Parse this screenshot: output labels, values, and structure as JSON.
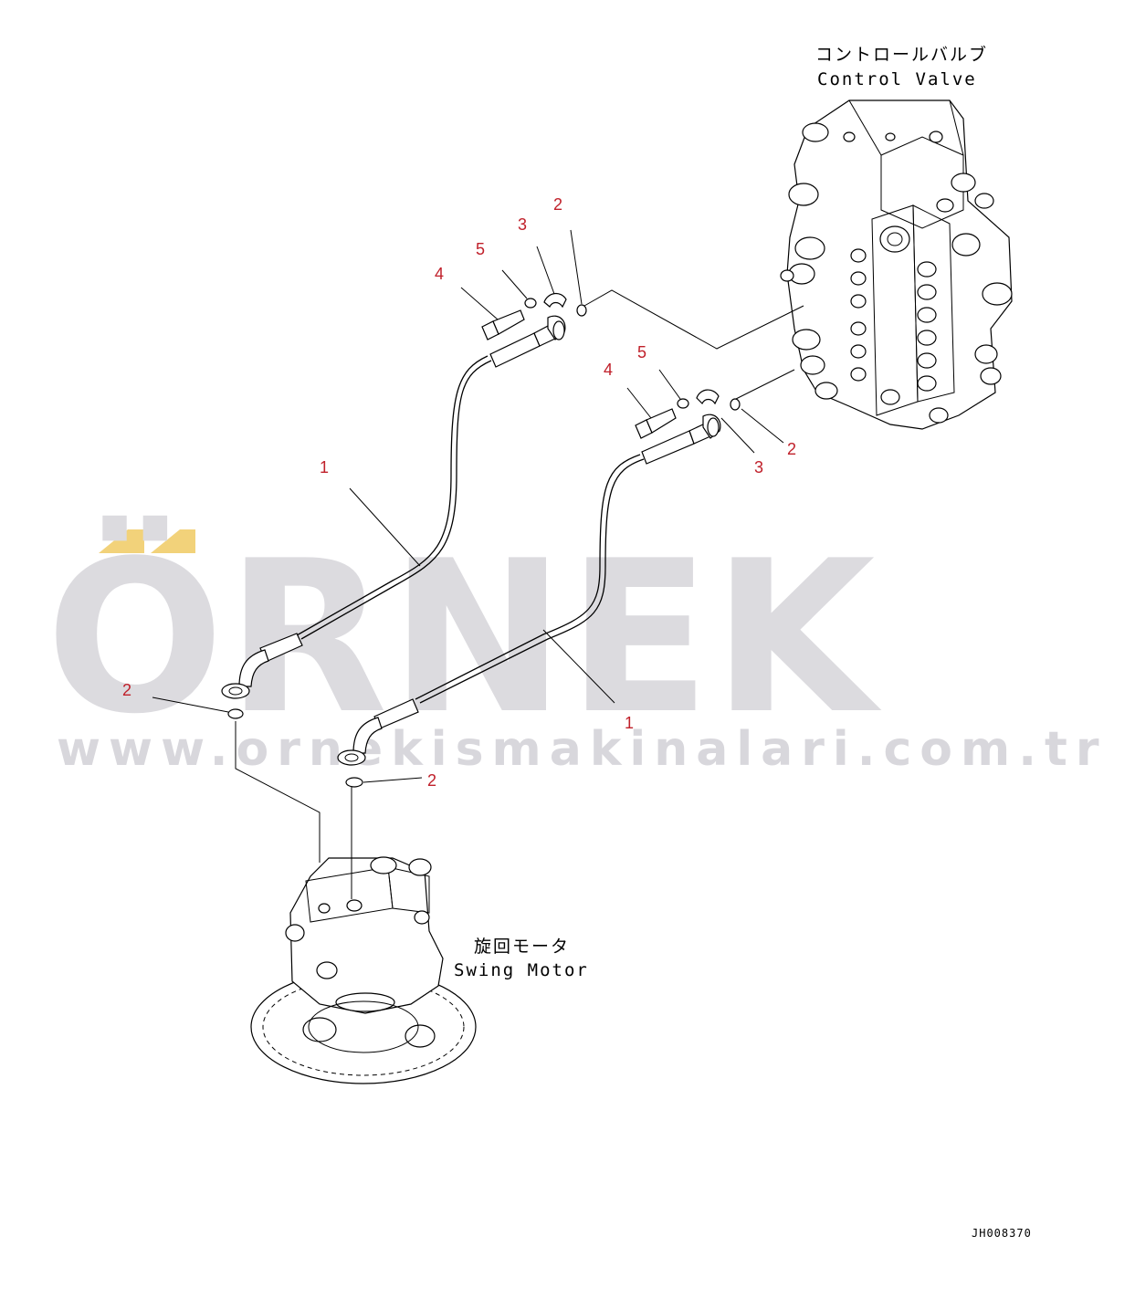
{
  "watermark": {
    "brand": "ÖRNEK",
    "url": "www.ornekismakinalari.com.tr",
    "accent_color": "#f2d27a",
    "text_color": "#dcdbdf"
  },
  "labels": {
    "control_valve_jp": "コントロールバルブ",
    "control_valve_en": "Control Valve",
    "swing_motor_jp": "旋回モータ",
    "swing_motor_en": "Swing Motor"
  },
  "drawing_code": "JH008370",
  "callouts": {
    "upper_left": {
      "pipe": "1",
      "oring": "2",
      "clamp": "3",
      "bolt": "4",
      "washer": "5"
    },
    "upper_right": {
      "pipe": "1",
      "oring": "2",
      "clamp": "3",
      "bolt": "4",
      "washer": "5"
    },
    "lower_left_oring": "2",
    "lower_right_oring": "2"
  },
  "colors": {
    "callout": "#c0202a",
    "line": "#000000"
  }
}
